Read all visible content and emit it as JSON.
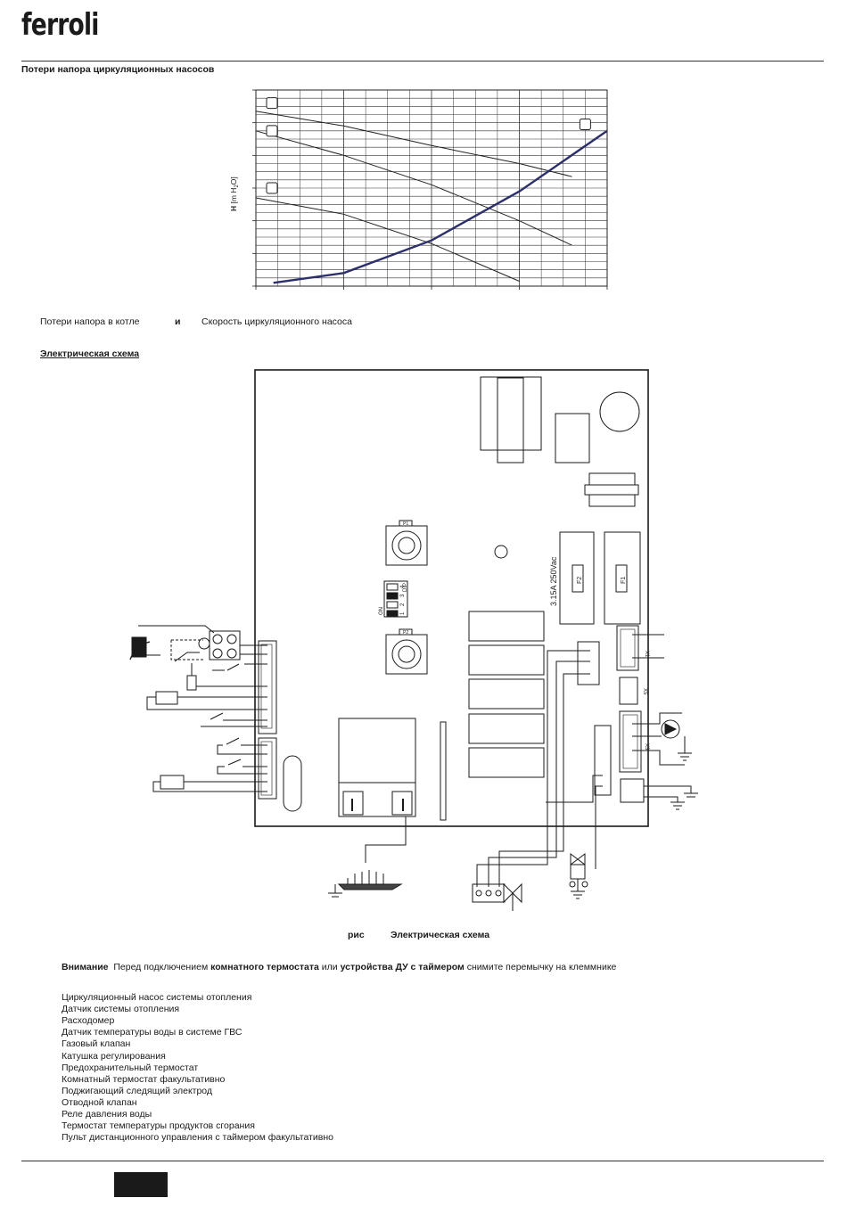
{
  "header": {
    "logo_text": "ferroli"
  },
  "pump_section": {
    "title": "Потери напора циркуляционных насосов"
  },
  "chart_data": {
    "type": "line",
    "title": "",
    "xlabel": "",
    "ylabel": "H [m H2O]",
    "ylabel_parts": {
      "bold": "H",
      "rest": "[m H",
      "sub": "2",
      "end": "O]"
    },
    "grid": true,
    "series": [
      {
        "points": [
          [
            0.0,
            5.35
          ],
          [
            1.0,
            4.9
          ],
          [
            2.0,
            4.3
          ],
          [
            3.0,
            3.75
          ],
          [
            3.6,
            3.35
          ]
        ]
      },
      {
        "points": [
          [
            0.0,
            4.75
          ],
          [
            1.0,
            4.0
          ],
          [
            2.0,
            3.1
          ],
          [
            3.0,
            2.0
          ],
          [
            3.6,
            1.25
          ]
        ]
      },
      {
        "points": [
          [
            0.0,
            2.7
          ],
          [
            1.0,
            2.2
          ],
          [
            2.0,
            1.3
          ],
          [
            3.0,
            0.15
          ]
        ]
      },
      {
        "points": [
          [
            0.2,
            0.1
          ],
          [
            1.0,
            0.4
          ],
          [
            2.0,
            1.4
          ],
          [
            3.0,
            2.9
          ],
          [
            4.0,
            4.75
          ]
        ]
      }
    ],
    "markers_left": [
      5.6,
      4.75,
      3.0
    ],
    "markers_right": [
      4.95
    ]
  },
  "legend": {
    "left": "Потери напора в котле",
    "mid": "и",
    "right": "Скорость циркуляционного насоса"
  },
  "elec_section": {
    "title": "Электрическая схема"
  },
  "board": {
    "fuse_label": "3.15A 250Vac",
    "f1": "F1",
    "f2": "F2",
    "p1": "P1",
    "p2": "P2",
    "dip_on": "ON",
    "dip_label": "DIP",
    "dip_nums": [
      "1",
      "2",
      "3",
      "4"
    ],
    "x1": "X1",
    "x3": "X3",
    "x5": "X5"
  },
  "figure_caption": {
    "prefix": "рис",
    "title": "Электрическая схема"
  },
  "warning": {
    "label": "Внимание",
    "text1": "Перед подключением",
    "bold1": "комнатного термостата",
    "text2": "или",
    "bold2": "устройства ДУ с таймером",
    "text3": "снимите перемычку на клеммнике"
  },
  "legend_list": [
    "Циркуляционный насос системы отопления",
    "Датчик системы отопления",
    "Расходомер",
    "Датчик температуры воды в системе ГВС",
    "Газовый клапан",
    "Катушка регулирования",
    "Предохранительный термостат",
    "Комнатный термостат  факультативно",
    "Поджигающий следящий электрод",
    "Отводной клапан",
    "Реле давления воды",
    "Термостат температуры продуктов сгорания",
    "Пульт дистанционного управления с таймером  факультативно"
  ]
}
